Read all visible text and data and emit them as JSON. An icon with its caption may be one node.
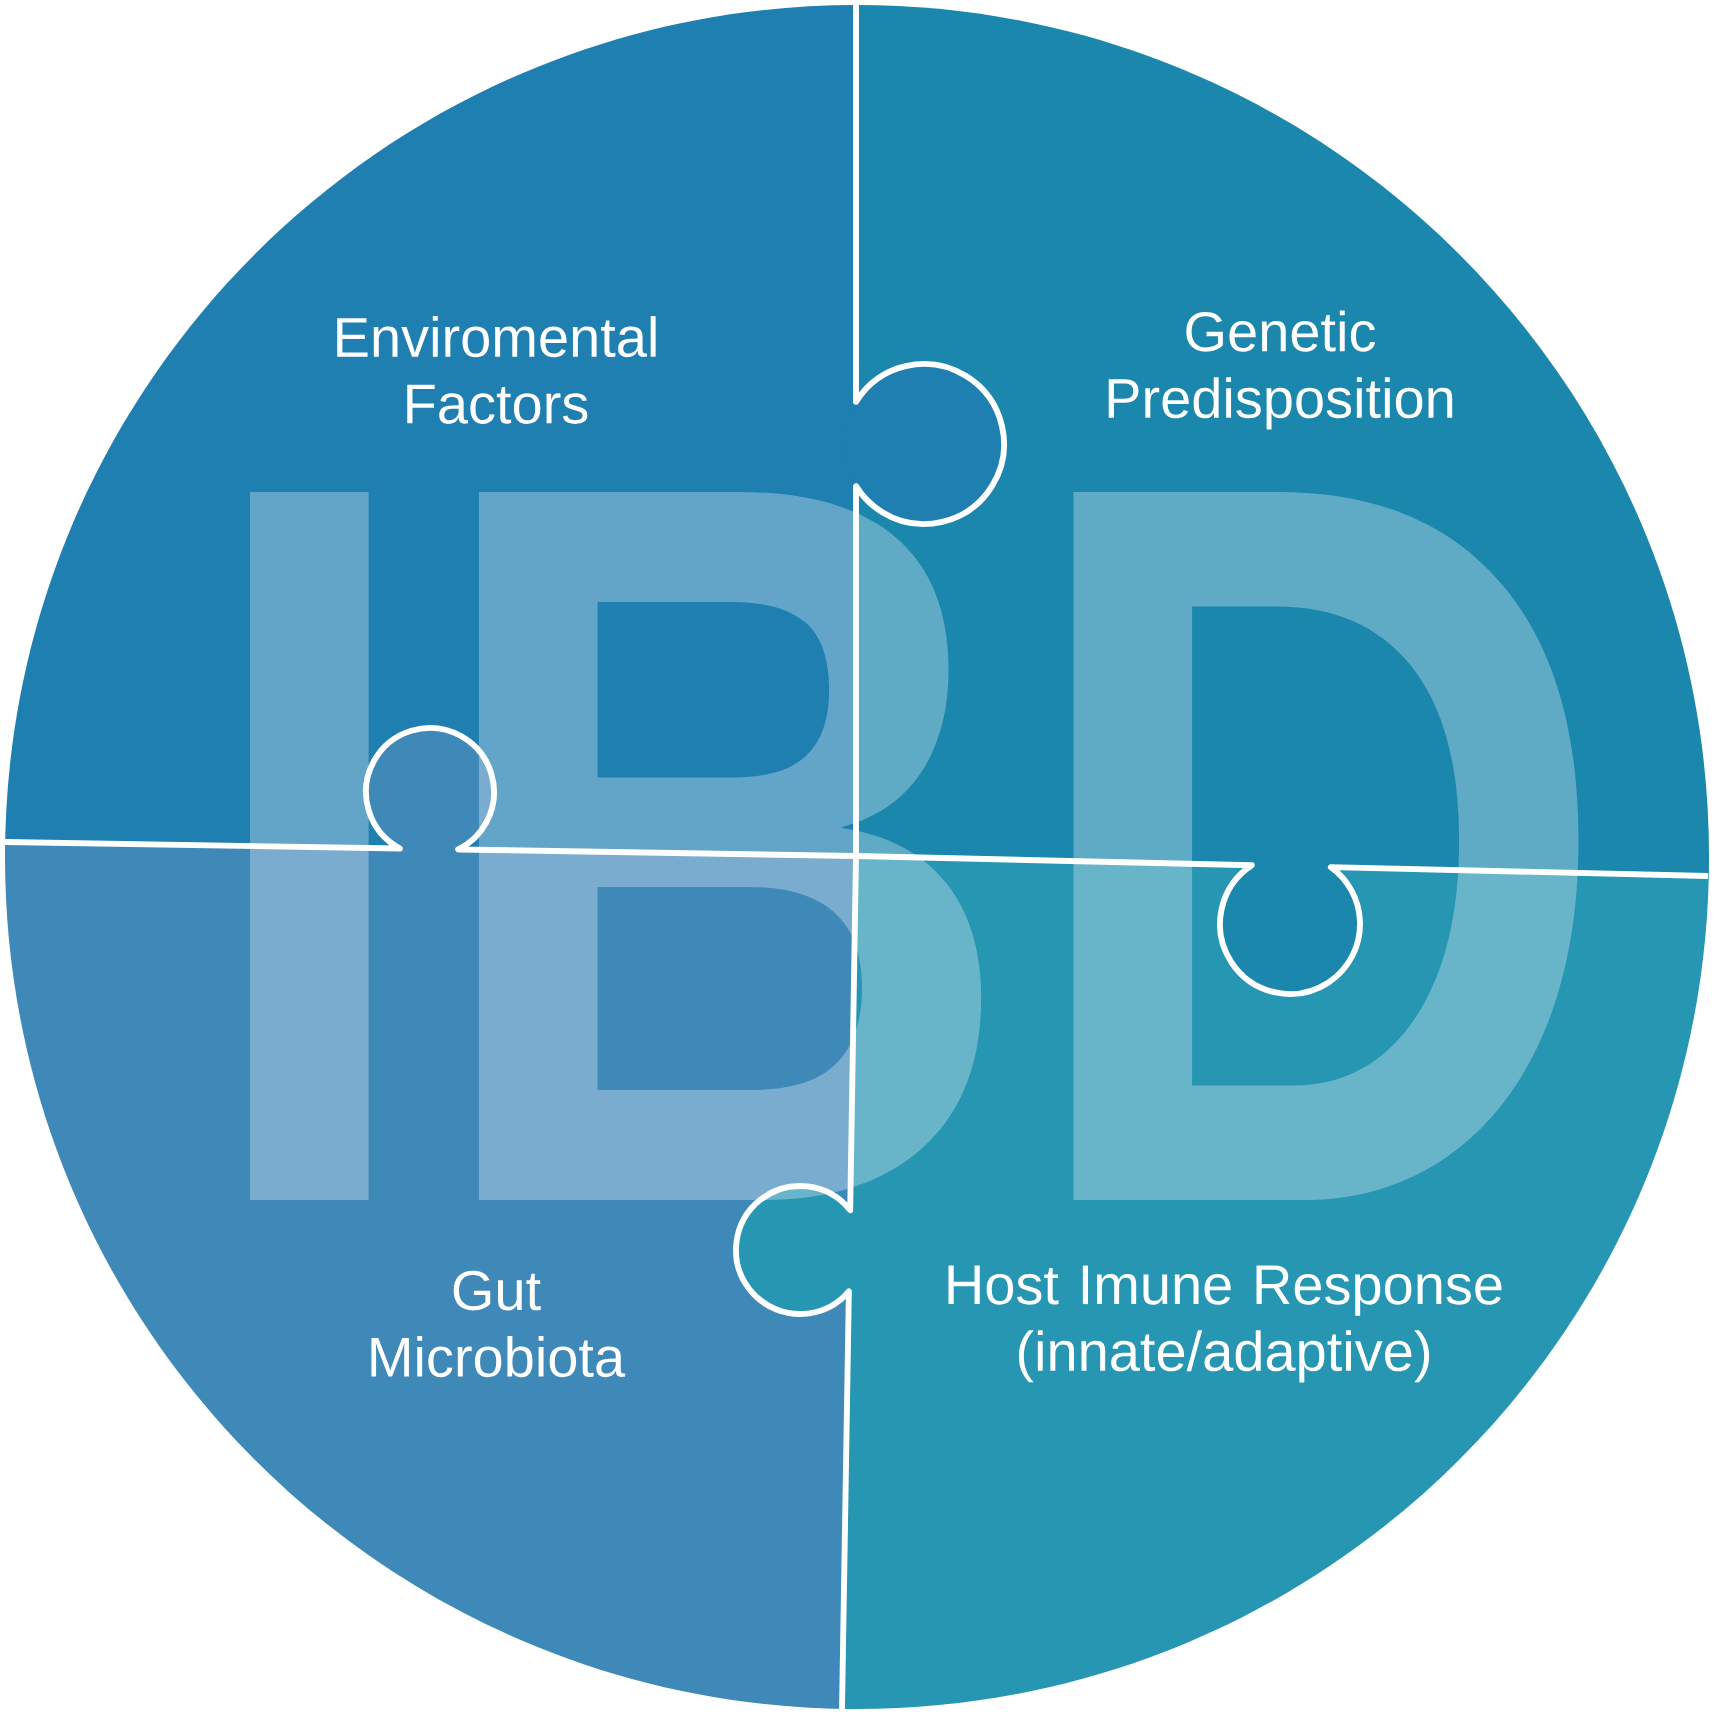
{
  "diagram": {
    "nodes": [
      {
        "text": [
          "Enviromental Factors"
        ]
      },
      {
        "text": [
          "Genetic Predisposition"
        ]
      },
      {
        "text": [
          "Gut Microbiota"
        ]
      },
      {
        "text": [
          "Host Imune Response (innate/adaptive)"
        ]
      }
    ],
    "labels": [
      "IBD"
    ]
  }
}
